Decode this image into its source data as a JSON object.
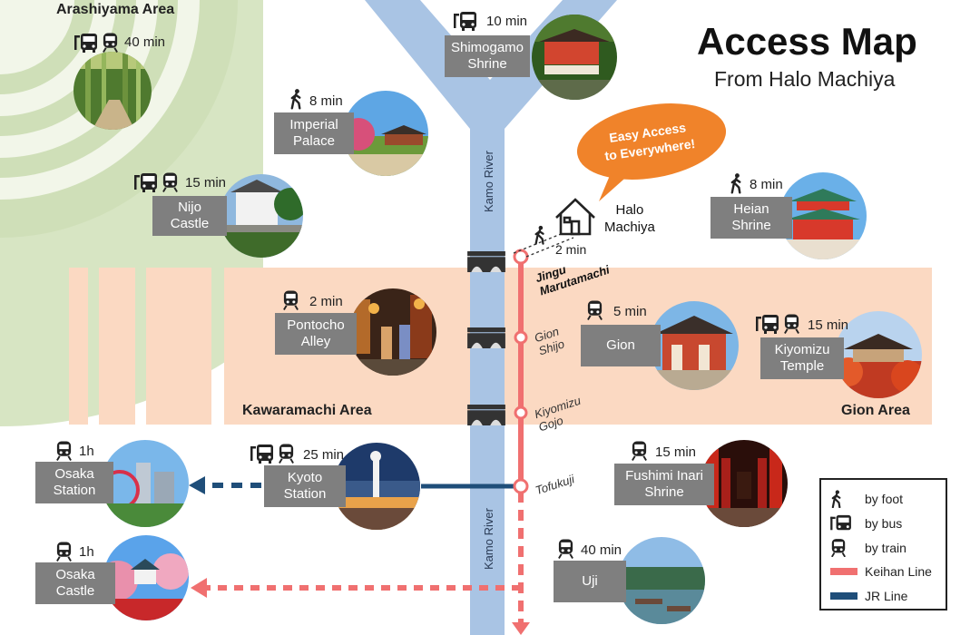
{
  "header": {
    "title": "Access Map",
    "subtitle": "From Halo Machiya"
  },
  "colors": {
    "river": "#a9c4e4",
    "keihan": "#f07070",
    "jr": "#1f4e79",
    "area_band": "#fbd9c2",
    "arashiyama": "#d7e5c3",
    "label_box": "#7f7f7f",
    "bubble": "#f0832a"
  },
  "icons": {
    "foot": "walking-person-icon",
    "bus": "bus-icon",
    "train": "train-icon",
    "bridge": "bridge-icon",
    "house": "house-icon"
  },
  "areas": {
    "arashiyama": "Arashiyama Area",
    "kawaramachi": "Kawaramachi Area",
    "gion": "Gion Area"
  },
  "river": {
    "label_top": "Kamo River",
    "label_bottom": "Kamo River"
  },
  "home": {
    "name": "Halo\nMachiya",
    "walk_time": "2 min"
  },
  "bubble": {
    "text": "Easy Access\nto Everywhere!"
  },
  "stations": {
    "jingu": "Jingu\nMarutamachi",
    "gion_shijo": "Gion\nShijo",
    "kiyomizu_gojo": "Kiyomizu\nGojo",
    "tofukuji": "Tofukuji"
  },
  "destinations": [
    {
      "id": "arashiyama",
      "name": "",
      "time": "40 min",
      "modes": [
        "bus",
        "train"
      ]
    },
    {
      "id": "shimogamo",
      "name": "Shimogamo\nShrine",
      "time": "10 min",
      "modes": [
        "bus"
      ]
    },
    {
      "id": "imperial",
      "name": "Imperial\nPalace",
      "time": "8 min",
      "modes": [
        "foot"
      ]
    },
    {
      "id": "nijo",
      "name": "Nijo\nCastle",
      "time": "15 min",
      "modes": [
        "bus",
        "train"
      ]
    },
    {
      "id": "heian",
      "name": "Heian\nShrine",
      "time": "8 min",
      "modes": [
        "foot"
      ]
    },
    {
      "id": "pontocho",
      "name": "Pontocho\nAlley",
      "time": "2 min",
      "modes": [
        "train"
      ]
    },
    {
      "id": "gion",
      "name": "Gion",
      "time": "5 min",
      "modes": [
        "train"
      ]
    },
    {
      "id": "kiyomizu",
      "name": "Kiyomizu\nTemple",
      "time": "15 min",
      "modes": [
        "bus",
        "train"
      ]
    },
    {
      "id": "osaka_station",
      "name": "Osaka\nStation",
      "time": "1h",
      "modes": [
        "train"
      ]
    },
    {
      "id": "kyoto_station",
      "name": "Kyoto\nStation",
      "time": "25 min",
      "modes": [
        "bus",
        "train"
      ]
    },
    {
      "id": "fushimi",
      "name": "Fushimi Inari\nShrine",
      "time": "15 min",
      "modes": [
        "train"
      ]
    },
    {
      "id": "osaka_castle",
      "name": "Osaka\nCastle",
      "time": "1h",
      "modes": [
        "train"
      ]
    },
    {
      "id": "uji",
      "name": "Uji",
      "time": "40 min",
      "modes": [
        "train"
      ]
    }
  ],
  "legend": {
    "foot": "by foot",
    "bus": "by bus",
    "train": "by train",
    "keihan": "Keihan Line",
    "jr": "JR Line"
  }
}
